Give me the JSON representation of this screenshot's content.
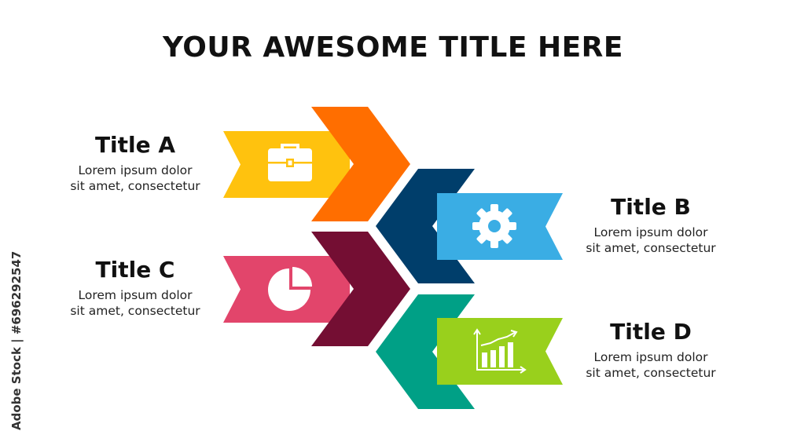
{
  "header": {
    "title": "YOUR AWESOME TITLE HERE"
  },
  "items": [
    {
      "id": "a",
      "title": "Title A",
      "text": [
        "Lorem ipsum dolor",
        "sit amet, consectetur"
      ],
      "icon": "briefcase-icon",
      "ribbon_color": "#FFC20E",
      "chevron_color": "#FF6E00"
    },
    {
      "id": "b",
      "title": "Title B",
      "text": [
        "Lorem ipsum dolor",
        "sit amet, consectetur"
      ],
      "icon": "gear-icon",
      "ribbon_color": "#3AADE4",
      "chevron_color": "#003E6B"
    },
    {
      "id": "c",
      "title": "Title C",
      "text": [
        "Lorem ipsum dolor",
        "sit amet, consectetur"
      ],
      "icon": "pie-chart-icon",
      "ribbon_color": "#E2456B",
      "chevron_color": "#740E33"
    },
    {
      "id": "d",
      "title": "Title D",
      "text": [
        "Lorem ipsum dolor",
        "sit amet, consectetur"
      ],
      "icon": "bar-chart-icon",
      "ribbon_color": "#99D01C",
      "chevron_color": "#00A086"
    }
  ],
  "watermark": {
    "credit": "Adobe Stock | #696292547"
  }
}
